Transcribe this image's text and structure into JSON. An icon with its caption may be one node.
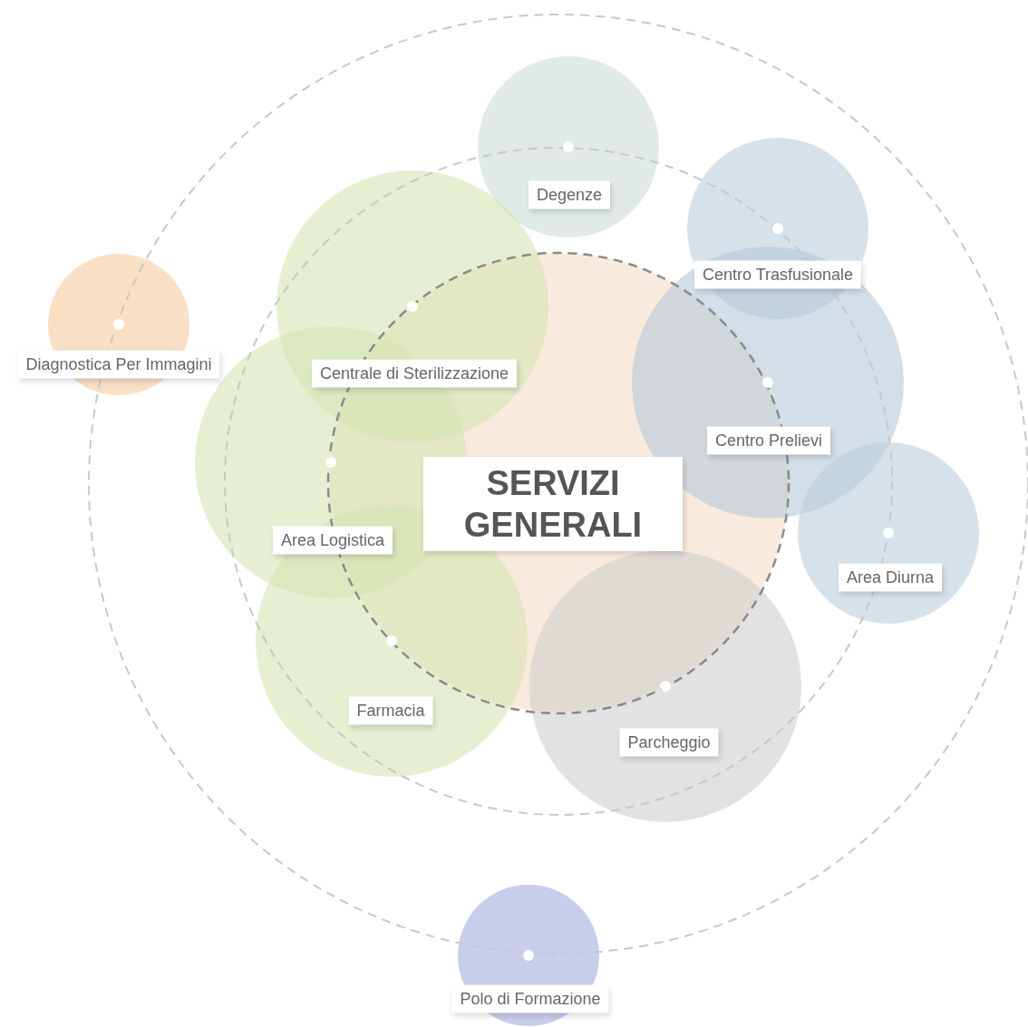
{
  "diagram": {
    "nodes": [
      {
        "text": [
          "Degenze"
        ]
      },
      {
        "text": [
          "Centro Trasfusionale"
        ]
      },
      {
        "text": [
          "Centrale di Sterilizzazione"
        ]
      },
      {
        "text": [
          "Diagnostica Per Immagini"
        ]
      },
      {
        "text": [
          "Centro Prelievi"
        ]
      },
      {
        "text": [
          "SERVIZI GENERALI"
        ]
      },
      {
        "text": [
          "Area Logistica"
        ]
      },
      {
        "text": [
          "Area Diurna"
        ]
      },
      {
        "text": [
          "Farmacia"
        ]
      },
      {
        "text": [
          "Parcheggio"
        ]
      },
      {
        "text": [
          "Polo di Formazione"
        ]
      }
    ]
  }
}
